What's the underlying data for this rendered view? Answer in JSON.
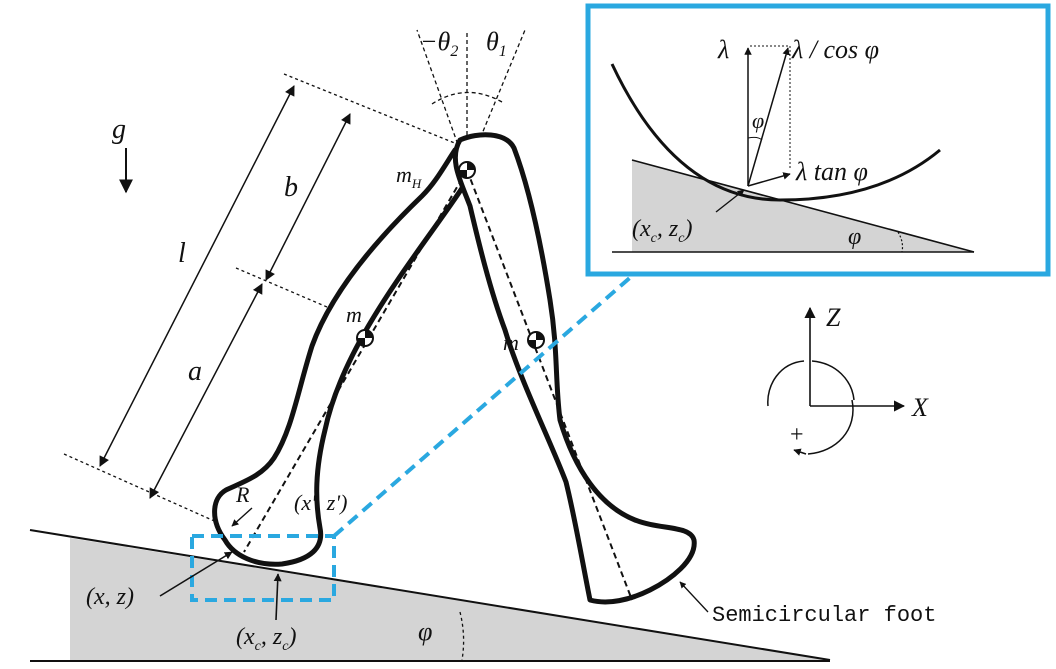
{
  "colors": {
    "line": "#111111",
    "ground": "#d4d4d4",
    "highlight": "#2aa8e0",
    "background": "#ffffff"
  },
  "labels": {
    "gravity": "g",
    "angle_theta2": "−θ",
    "angle_theta2_sub": "2",
    "angle_theta1": "θ",
    "angle_theta1_sub": "1",
    "hip_mass": "m",
    "hip_mass_sub": "H",
    "leg_mass_left": "m",
    "leg_mass_right": "m",
    "length_b": "b",
    "length_l": "l",
    "length_a": "a",
    "foot_radius": "R",
    "point_xz": "(x, z)",
    "point_xprime": "(x', z')",
    "contact_open": "(x",
    "contact_sub_c1": "c",
    "contact_mid": ", z",
    "contact_sub_c2": "c",
    "contact_close": ")",
    "slope_angle": "φ",
    "foot_caption": "Semicircular foot",
    "axis_z": "Z",
    "axis_x": "X",
    "rotation_sign": "+"
  },
  "inset": {
    "lambda": "λ",
    "lambda_cos": "λ / cos φ",
    "phi_vertical": "φ",
    "lambda_tan": "λ tan φ",
    "contact_open": "(x",
    "contact_sub_c1": "c",
    "contact_mid": ", z",
    "contact_sub_c2": "c",
    "contact_close": ")",
    "slope_angle": "φ"
  }
}
